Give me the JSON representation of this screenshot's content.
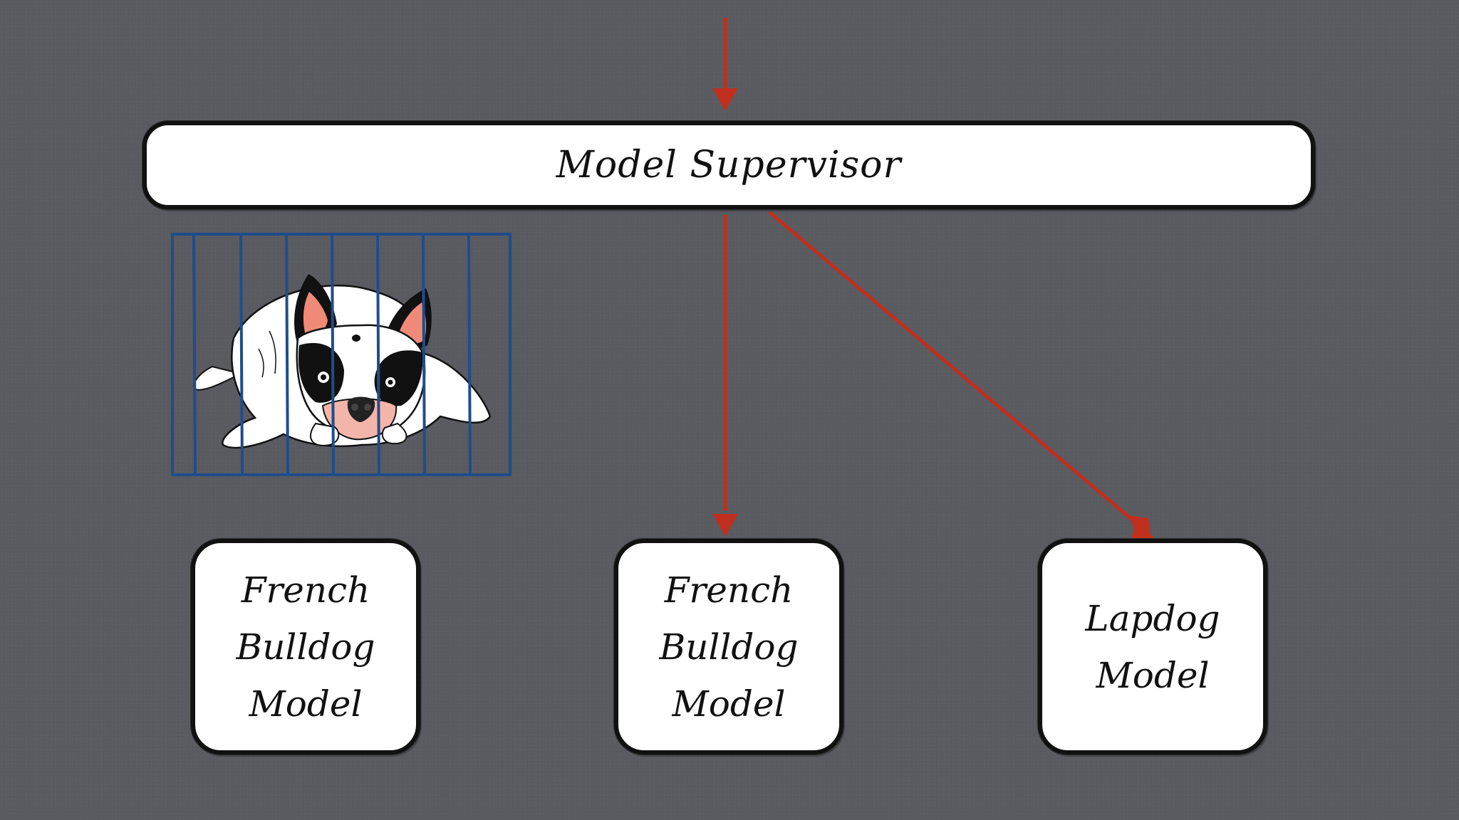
{
  "diagram": {
    "supervisor": {
      "label": "Model Supervisor"
    },
    "models": [
      {
        "label": "French\nBulldog\nModel",
        "caged": true
      },
      {
        "label": "French\nBulldog\nModel",
        "caged": false
      },
      {
        "label": "Lapdog\nModel",
        "caged": false
      }
    ],
    "edges": [
      {
        "from": "input",
        "to": "supervisor"
      },
      {
        "from": "supervisor",
        "to": "models.1"
      },
      {
        "from": "supervisor",
        "to": "models.2"
      }
    ],
    "colors": {
      "background": "#5a5b60",
      "arrow": "#c0301f",
      "box_fill": "#ffffff",
      "box_outline": "#111111",
      "cage": "#1f4d8c",
      "dog_ear": "#f08a78"
    },
    "icons": [
      "caged-french-bulldog-illustration"
    ]
  }
}
